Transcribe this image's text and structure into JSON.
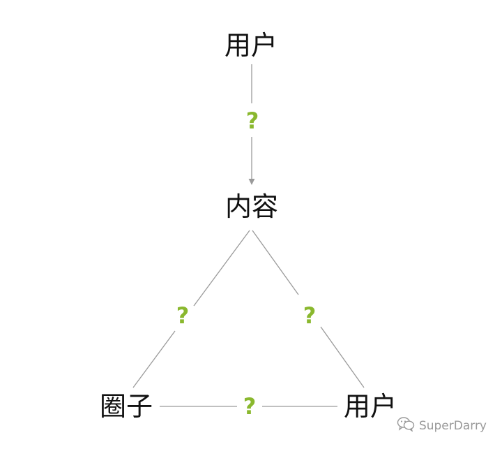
{
  "diagram": {
    "nodes": {
      "top_user": "用户",
      "content": "内容",
      "circle": "圈子",
      "bottom_user": "用户"
    },
    "question_mark": "?",
    "colors": {
      "text": "#111111",
      "question": "#8ab82e",
      "line": "#9a9a9a"
    }
  },
  "watermark": {
    "icon": "wechat-icon",
    "text": "SuperDarry"
  }
}
